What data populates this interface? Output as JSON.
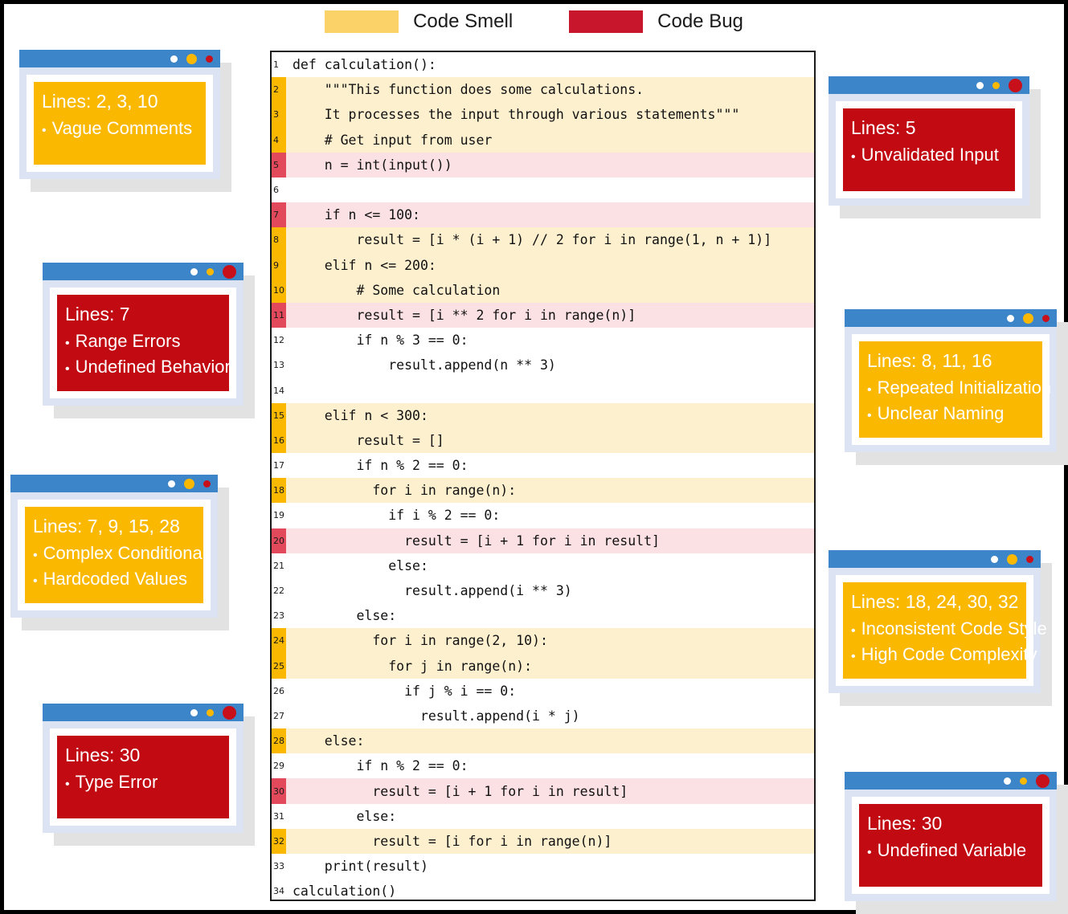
{
  "legend": {
    "items": [
      {
        "label": "Code Smell",
        "color": "#FBD268",
        "kind": "smell"
      },
      {
        "label": "Code Bug",
        "color": "#C8162C",
        "kind": "bug"
      }
    ]
  },
  "colors": {
    "smell_gutter": "#FBB800",
    "smell_row": "#FDF0CF",
    "bug_gutter": "#E24A5C",
    "bug_row": "#FBE0E4",
    "smell_card": "#FBB800",
    "bug_card": "#C10A12",
    "titlebar": "#3C85C8",
    "window_frame": "#DCE4F4",
    "shadow": "#E2E2E2",
    "page_border": "#000000"
  },
  "code": {
    "language": "python",
    "lines": [
      {
        "n": "1",
        "text": "def calculation():",
        "severity": "none"
      },
      {
        "n": "2",
        "text": "    \"\"\"This function does some calculations.",
        "severity": "smell"
      },
      {
        "n": "3",
        "text": "    It processes the input through various statements\"\"\"",
        "severity": "smell"
      },
      {
        "n": "4",
        "text": "    # Get input from user",
        "severity": "smell"
      },
      {
        "n": "5",
        "text": "    n = int(input())",
        "severity": "bug"
      },
      {
        "n": "6",
        "text": "",
        "severity": "none"
      },
      {
        "n": "7",
        "text": "    if n <= 100:",
        "severity": "bug"
      },
      {
        "n": "8",
        "text": "        result = [i * (i + 1) // 2 for i in range(1, n + 1)]",
        "severity": "smell"
      },
      {
        "n": "9",
        "text": "    elif n <= 200:",
        "severity": "smell"
      },
      {
        "n": "10",
        "text": "        # Some calculation",
        "severity": "smell"
      },
      {
        "n": "11",
        "text": "        result = [i ** 2 for i in range(n)]",
        "severity": "bug"
      },
      {
        "n": "12",
        "text": "        if n % 3 == 0:",
        "severity": "none"
      },
      {
        "n": "13",
        "text": "            result.append(n ** 3)",
        "severity": "none"
      },
      {
        "n": "14",
        "text": "",
        "severity": "none"
      },
      {
        "n": "15",
        "text": "    elif n < 300:",
        "severity": "smell"
      },
      {
        "n": "16",
        "text": "        result = []",
        "severity": "smell"
      },
      {
        "n": "17",
        "text": "        if n % 2 == 0:",
        "severity": "none"
      },
      {
        "n": "18",
        "text": "          for i in range(n):",
        "severity": "smell"
      },
      {
        "n": "19",
        "text": "            if i % 2 == 0:",
        "severity": "none"
      },
      {
        "n": "20",
        "text": "              result = [i + 1 for i in result]",
        "severity": "bug"
      },
      {
        "n": "21",
        "text": "            else:",
        "severity": "none"
      },
      {
        "n": "22",
        "text": "              result.append(i ** 3)",
        "severity": "none"
      },
      {
        "n": "23",
        "text": "        else:",
        "severity": "none"
      },
      {
        "n": "24",
        "text": "          for i in range(2, 10):",
        "severity": "smell"
      },
      {
        "n": "25",
        "text": "            for j in range(n):",
        "severity": "smell"
      },
      {
        "n": "26",
        "text": "              if j % i == 0:",
        "severity": "none"
      },
      {
        "n": "27",
        "text": "                result.append(i * j)",
        "severity": "none"
      },
      {
        "n": "28",
        "text": "    else:",
        "severity": "smell"
      },
      {
        "n": "29",
        "text": "        if n % 2 == 0:",
        "severity": "none"
      },
      {
        "n": "30",
        "text": "          result = [i + 1 for i in result]",
        "severity": "bug"
      },
      {
        "n": "31",
        "text": "        else:",
        "severity": "none"
      },
      {
        "n": "32",
        "text": "          result = [i for i in range(n)]",
        "severity": "smell"
      },
      {
        "n": "33",
        "text": "    print(result)",
        "severity": "none"
      },
      {
        "n": "34",
        "text": "calculation()",
        "severity": "none"
      }
    ]
  },
  "callouts": {
    "vague_comments": {
      "kind": "smell",
      "lines_label": "Lines: 2, 3, 10",
      "items": [
        "Vague Comments"
      ]
    },
    "range_errors": {
      "kind": "bug",
      "lines_label": "Lines: 7",
      "items": [
        "Range Errors",
        "Undefined Behavior"
      ]
    },
    "complex_cond": {
      "kind": "smell",
      "lines_label": "Lines: 7, 9, 15, 28",
      "items": [
        "Complex Conditional",
        "Hardcoded Values"
      ]
    },
    "type_error": {
      "kind": "bug",
      "lines_label": "Lines: 30",
      "items": [
        "Type Error"
      ]
    },
    "unvalidated": {
      "kind": "bug",
      "lines_label": "Lines: 5",
      "items": [
        "Unvalidated Input"
      ]
    },
    "repeated_init": {
      "kind": "smell",
      "lines_label": "Lines: 8, 11, 16",
      "items": [
        "Repeated Initialization",
        "Unclear Naming"
      ]
    },
    "inconsistent": {
      "kind": "smell",
      "lines_label": "Lines: 18, 24, 30, 32",
      "items": [
        "Inconsistent Code Style",
        "High Code Complexity"
      ]
    },
    "undefined_var": {
      "kind": "bug",
      "lines_label": "Lines: 30",
      "items": [
        "Undefined Variable"
      ]
    }
  },
  "bullet_glyph": "•"
}
